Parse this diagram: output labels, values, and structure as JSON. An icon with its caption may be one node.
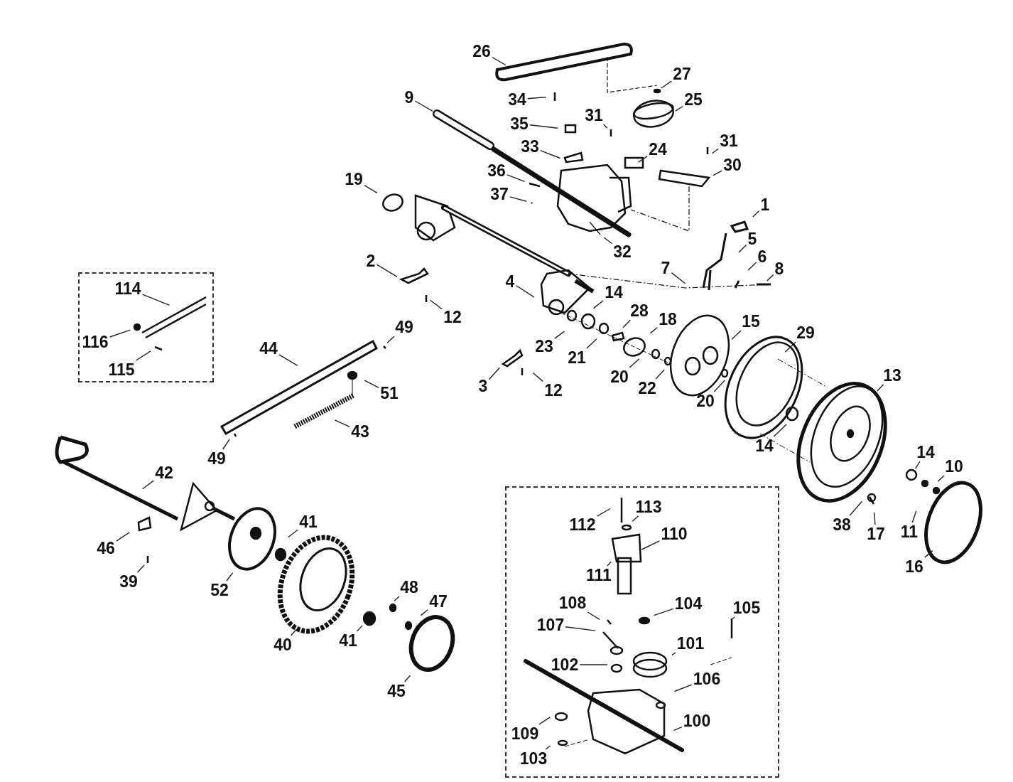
{
  "diagram": {
    "nodes": [
      {
        "text": [],
        "shape": "box"
      },
      {
        "text": [],
        "shape": "box"
      },
      {
        "text": [
          "26"
        ]
      },
      {
        "text": [
          "27"
        ]
      },
      {
        "text": [
          "9"
        ]
      },
      {
        "text": [
          "25"
        ]
      },
      {
        "text": [
          "34"
        ]
      },
      {
        "text": [
          "31"
        ]
      },
      {
        "text": [
          "35"
        ]
      },
      {
        "text": [
          "31"
        ]
      },
      {
        "text": [
          "24"
        ]
      },
      {
        "text": [
          "33"
        ]
      },
      {
        "text": [
          "30"
        ]
      },
      {
        "text": [
          "36"
        ]
      },
      {
        "text": [
          "19"
        ]
      },
      {
        "text": [
          "37"
        ]
      },
      {
        "text": [
          "1"
        ]
      },
      {
        "text": [
          "5"
        ]
      },
      {
        "text": [
          "32"
        ]
      },
      {
        "text": [
          "6"
        ]
      },
      {
        "text": [
          "2"
        ]
      },
      {
        "text": [
          "7"
        ]
      },
      {
        "text": [
          "8"
        ]
      },
      {
        "text": [
          "4"
        ]
      },
      {
        "text": [
          "114"
        ],
        "in": 0
      },
      {
        "text": [
          "14"
        ]
      },
      {
        "text": [
          "28"
        ]
      },
      {
        "text": [
          "12"
        ]
      },
      {
        "text": [
          "18"
        ]
      },
      {
        "text": [
          "15"
        ]
      },
      {
        "text": [
          "49"
        ]
      },
      {
        "text": [
          "29"
        ]
      },
      {
        "text": [
          "116"
        ],
        "in": 0
      },
      {
        "text": [
          "23"
        ]
      },
      {
        "text": [
          "44"
        ]
      },
      {
        "text": [
          "21"
        ]
      },
      {
        "text": [
          "115"
        ],
        "in": 0
      },
      {
        "text": [
          "20"
        ]
      },
      {
        "text": [
          "13"
        ]
      },
      {
        "text": [
          "3"
        ]
      },
      {
        "text": [
          "22"
        ]
      },
      {
        "text": [
          "12"
        ]
      },
      {
        "text": [
          "51"
        ]
      },
      {
        "text": [
          "20"
        ]
      },
      {
        "text": [
          "43"
        ]
      },
      {
        "text": [
          "14"
        ]
      },
      {
        "text": [
          "14"
        ]
      },
      {
        "text": [
          "49"
        ]
      },
      {
        "text": [
          "10"
        ]
      },
      {
        "text": [
          "42"
        ]
      },
      {
        "text": [
          "113"
        ],
        "in": 1
      },
      {
        "text": [
          "41"
        ]
      },
      {
        "text": [
          "38"
        ]
      },
      {
        "text": [
          "112"
        ],
        "in": 1
      },
      {
        "text": [
          "11"
        ]
      },
      {
        "text": [
          "17"
        ]
      },
      {
        "text": [
          "110"
        ],
        "in": 1
      },
      {
        "text": [
          "46"
        ]
      },
      {
        "text": [
          "16"
        ]
      },
      {
        "text": [
          "111"
        ],
        "in": 1
      },
      {
        "text": [
          "39"
        ]
      },
      {
        "text": [
          "48"
        ]
      },
      {
        "text": [
          "52"
        ]
      },
      {
        "text": [
          "47"
        ]
      },
      {
        "text": [
          "108"
        ],
        "in": 1
      },
      {
        "text": [
          "104"
        ],
        "in": 1
      },
      {
        "text": [
          "105"
        ],
        "in": 1
      },
      {
        "text": [
          "107"
        ],
        "in": 1
      },
      {
        "text": [
          "101"
        ],
        "in": 1
      },
      {
        "text": [
          "41"
        ]
      },
      {
        "text": [
          "40"
        ]
      },
      {
        "text": [
          "102"
        ],
        "in": 1
      },
      {
        "text": [
          "106"
        ],
        "in": 1
      },
      {
        "text": [
          "45"
        ]
      },
      {
        "text": [
          "100"
        ],
        "in": 1
      },
      {
        "text": [
          "109"
        ],
        "in": 1
      },
      {
        "text": [
          "103"
        ],
        "in": 1
      }
    ],
    "edges": [
      {
        "from": 2,
        "to": null,
        "arrow": "none"
      },
      {
        "from": 3,
        "to": null,
        "arrow": "none"
      },
      {
        "from": 4,
        "to": null,
        "arrow": "none"
      },
      {
        "from": 5,
        "to": null,
        "arrow": "none"
      },
      {
        "from": 6,
        "to": null,
        "arrow": "none"
      },
      {
        "from": 7,
        "to": null,
        "arrow": "none"
      },
      {
        "from": 8,
        "to": null,
        "arrow": "none"
      },
      {
        "from": 9,
        "to": null,
        "arrow": "none"
      },
      {
        "from": 10,
        "to": null,
        "arrow": "none"
      },
      {
        "from": 11,
        "to": null,
        "arrow": "none"
      },
      {
        "from": 12,
        "to": null,
        "arrow": "none"
      },
      {
        "from": 13,
        "to": null,
        "arrow": "none"
      },
      {
        "from": 14,
        "to": null,
        "arrow": "none"
      },
      {
        "from": 15,
        "to": null,
        "arrow": "none"
      },
      {
        "from": 16,
        "to": null,
        "arrow": "none"
      },
      {
        "from": 17,
        "to": null,
        "arrow": "none"
      },
      {
        "from": 18,
        "to": null,
        "arrow": "none"
      },
      {
        "from": 19,
        "to": null,
        "arrow": "none"
      },
      {
        "from": 20,
        "to": null,
        "arrow": "none"
      },
      {
        "from": 21,
        "to": null,
        "arrow": "none"
      },
      {
        "from": 22,
        "to": null,
        "arrow": "none"
      },
      {
        "from": 23,
        "to": null,
        "arrow": "none"
      },
      {
        "from": 24,
        "to": null,
        "arrow": "none"
      },
      {
        "from": 25,
        "to": null,
        "arrow": "none"
      },
      {
        "from": 26,
        "to": null,
        "arrow": "none"
      },
      {
        "from": 27,
        "to": null,
        "arrow": "none"
      },
      {
        "from": 28,
        "to": null,
        "arrow": "none"
      },
      {
        "from": 29,
        "to": null,
        "arrow": "none"
      },
      {
        "from": 30,
        "to": null,
        "arrow": "none"
      },
      {
        "from": 31,
        "to": null,
        "arrow": "none"
      },
      {
        "from": 32,
        "to": null,
        "arrow": "none"
      },
      {
        "from": 33,
        "to": null,
        "arrow": "none"
      },
      {
        "from": 34,
        "to": null,
        "arrow": "none"
      },
      {
        "from": 35,
        "to": null,
        "arrow": "none"
      },
      {
        "from": 36,
        "to": null,
        "arrow": "none"
      },
      {
        "from": 37,
        "to": null,
        "arrow": "none"
      },
      {
        "from": 38,
        "to": null,
        "arrow": "none"
      },
      {
        "from": 39,
        "to": null,
        "arrow": "none"
      },
      {
        "from": 40,
        "to": null,
        "arrow": "none"
      },
      {
        "from": 41,
        "to": null,
        "arrow": "none"
      },
      {
        "from": 42,
        "to": null,
        "arrow": "none"
      },
      {
        "from": 43,
        "to": null,
        "arrow": "none"
      },
      {
        "from": 44,
        "to": null,
        "arrow": "none"
      },
      {
        "from": 45,
        "to": null,
        "arrow": "none"
      },
      {
        "from": 46,
        "to": null,
        "arrow": "none"
      },
      {
        "from": 47,
        "to": null,
        "arrow": "none"
      },
      {
        "from": 48,
        "to": null,
        "arrow": "none"
      },
      {
        "from": 49,
        "to": null,
        "arrow": "none"
      },
      {
        "from": 50,
        "to": null,
        "arrow": "none"
      },
      {
        "from": 51,
        "to": null,
        "arrow": "none"
      },
      {
        "from": 52,
        "to": null,
        "arrow": "none"
      },
      {
        "from": 53,
        "to": null,
        "arrow": "none"
      },
      {
        "from": 54,
        "to": null,
        "arrow": "none"
      },
      {
        "from": 55,
        "to": null,
        "arrow": "none"
      },
      {
        "from": 56,
        "to": null,
        "arrow": "none"
      },
      {
        "from": 57,
        "to": null,
        "arrow": "none"
      },
      {
        "from": 58,
        "to": null,
        "arrow": "none"
      },
      {
        "from": 59,
        "to": null,
        "arrow": "none"
      },
      {
        "from": 60,
        "to": null,
        "arrow": "none"
      },
      {
        "from": 61,
        "to": null,
        "arrow": "none"
      },
      {
        "from": 62,
        "to": null,
        "arrow": "none"
      },
      {
        "from": 63,
        "to": null,
        "arrow": "none"
      },
      {
        "from": 64,
        "to": null,
        "arrow": "none"
      },
      {
        "from": 65,
        "to": null,
        "arrow": "none"
      },
      {
        "from": 66,
        "to": null,
        "arrow": "none"
      },
      {
        "from": 67,
        "to": null,
        "arrow": "none"
      },
      {
        "from": 68,
        "to": null,
        "arrow": "none"
      },
      {
        "from": 69,
        "to": null,
        "arrow": "none"
      },
      {
        "from": 70,
        "to": null,
        "arrow": "none"
      },
      {
        "from": 71,
        "to": null,
        "arrow": "none"
      },
      {
        "from": 72,
        "to": null,
        "arrow": "none"
      },
      {
        "from": 73,
        "to": null,
        "arrow": "none"
      },
      {
        "from": 74,
        "to": null,
        "arrow": "none"
      },
      {
        "from": 75,
        "to": null,
        "arrow": "none"
      },
      {
        "from": 76,
        "to": null,
        "arrow": "none"
      }
    ]
  }
}
